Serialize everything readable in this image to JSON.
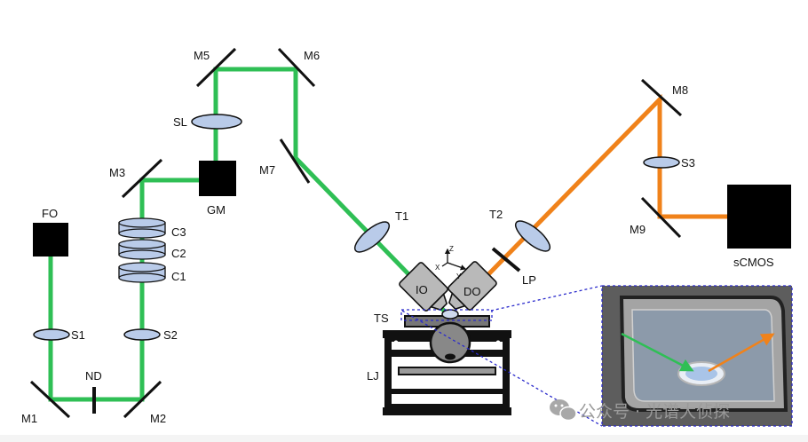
{
  "diagram": {
    "colors": {
      "excitation_beam": "#2fbf55",
      "emission_beam": "#f0821a",
      "lens_fill": "#b9cbe9",
      "lens_stroke": "#111111",
      "inset_border": "#2a2acc",
      "inset_bg": "#5d5d5d",
      "component_fill": "#000000"
    },
    "labels": {
      "fo": "FO",
      "s1": "S1",
      "nd": "ND",
      "m1": "M1",
      "m2": "M2",
      "s2": "S2",
      "c1": "C1",
      "c2": "C2",
      "c3": "C3",
      "m3": "M3",
      "gm": "GM",
      "sl": "SL",
      "m5": "M5",
      "m6": "M6",
      "m7": "M7",
      "t1": "T1",
      "io": "IO",
      "do": "DO",
      "lp": "LP",
      "t2": "T2",
      "m8": "M8",
      "s3": "S3",
      "m9": "M9",
      "scmos": "sCMOS",
      "ts": "TS",
      "lj": "LJ",
      "axis_x": "X",
      "axis_y": "Y",
      "axis_z": "Z"
    },
    "icons": {
      "watermark": "wechat-icon"
    },
    "watermark": {
      "text": "公众号 · 光谱大侦探"
    }
  }
}
